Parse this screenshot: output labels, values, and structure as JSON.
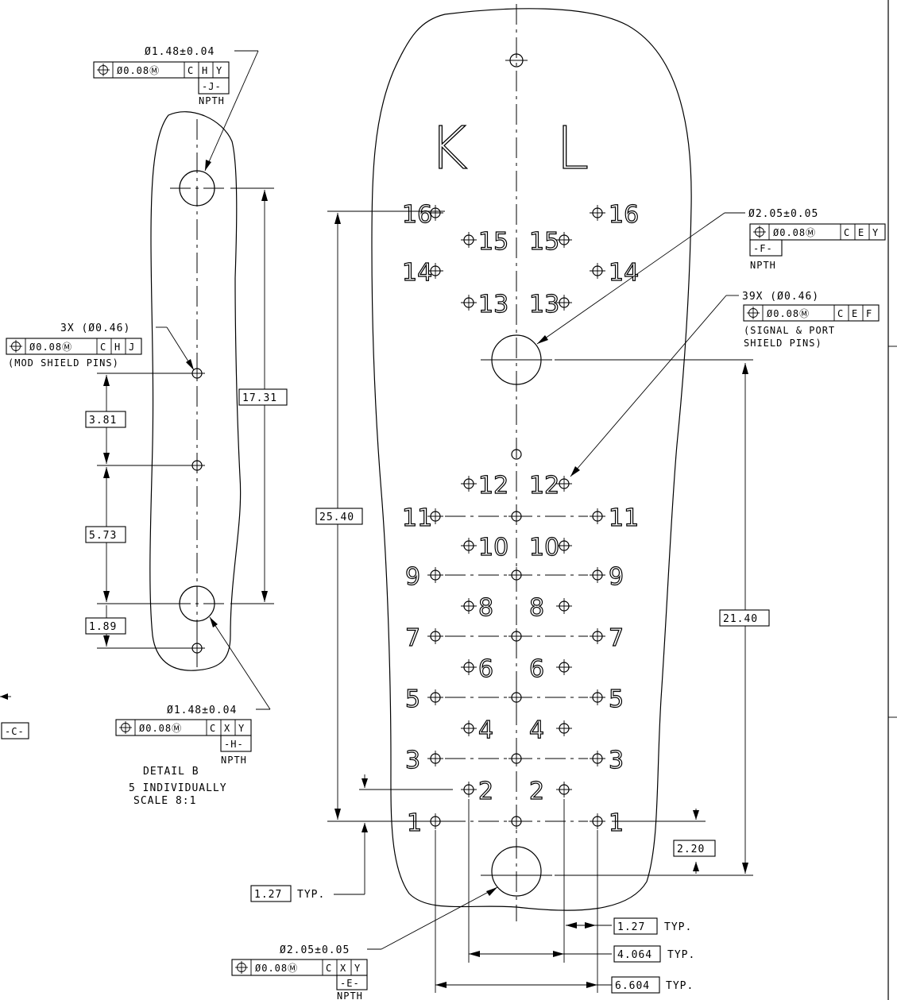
{
  "board": {
    "left_letter": "K",
    "right_letter": "L",
    "left_pins": [
      "16",
      "15",
      "14",
      "13",
      "12",
      "11",
      "10",
      "9",
      "8",
      "7",
      "6",
      "5",
      "4",
      "3",
      "2",
      "1"
    ],
    "right_pins": [
      "16",
      "15",
      "14",
      "13",
      "12",
      "11",
      "10",
      "9",
      "8",
      "7",
      "6",
      "5",
      "4",
      "3",
      "2",
      "1"
    ]
  },
  "callouts": {
    "hole_f": {
      "size": "Ø2.05±0.05",
      "frame": [
        "⊕",
        "Ø0.08Ⓜ",
        "C",
        "E",
        "Y"
      ],
      "datum": "-F-",
      "note": "NPTH"
    },
    "pins_39x": {
      "size": "39X (Ø0.46)",
      "frame": [
        "⊕",
        "Ø0.08Ⓜ",
        "C",
        "E",
        "F"
      ],
      "note1": "(SIGNAL & PORT",
      "note2": "SHIELD PINS)"
    },
    "hole_e": {
      "size": "Ø2.05±0.05",
      "frame": [
        "⊕",
        "Ø0.08Ⓜ",
        "C",
        "X",
        "Y"
      ],
      "datum": "-E-",
      "note": "NPTH"
    },
    "hole_j": {
      "size": "Ø1.48±0.04",
      "frame": [
        "⊕",
        "Ø0.08Ⓜ",
        "C",
        "H",
        "Y"
      ],
      "datum": "-J-",
      "note": "NPTH"
    },
    "pins_3x": {
      "size": "3X (Ø0.46)",
      "frame": [
        "⊕",
        "Ø0.08Ⓜ",
        "C",
        "H",
        "J"
      ],
      "note": "(MOD SHIELD PINS)"
    },
    "hole_h": {
      "size": "Ø1.48±0.04",
      "frame": [
        "⊕",
        "Ø0.08Ⓜ",
        "C",
        "X",
        "Y"
      ],
      "datum": "-H-",
      "note": "NPTH"
    },
    "datum_c": "-C-"
  },
  "dimensions": {
    "d_25_40": "25.40",
    "d_21_40": "21.40",
    "d_2_20": "2.20",
    "d_1_27_typ_left": "1.27",
    "typ": "TYP.",
    "d_1_27_typ_bottom": "1.27",
    "d_4_064": "4.064",
    "d_6_604": "6.604",
    "d_17_31": "17.31",
    "d_3_81": "3.81",
    "d_5_73": "5.73",
    "d_1_89": "1.89"
  },
  "detail": {
    "line1": "DETAIL  B",
    "line2": "5 INDIVIDUALLY",
    "line3": "SCALE  8:1"
  }
}
